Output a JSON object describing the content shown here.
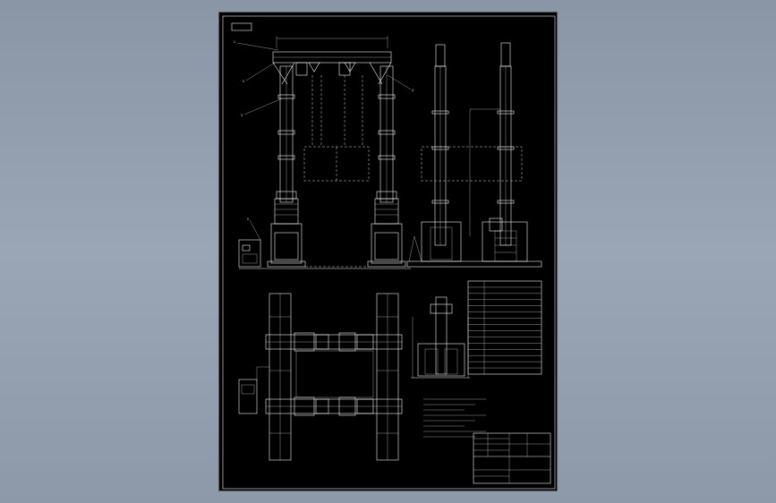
{
  "sheet": {
    "corner_tag": "",
    "overall_dimension": ""
  },
  "parameter_table": {
    "title": "",
    "rows": []
  },
  "notes": {
    "title": "",
    "items": []
  },
  "title_block": {
    "drawing_title": "",
    "drawing_number": "",
    "scale": ""
  },
  "part_callouts": [
    "1",
    "2",
    "3",
    "4",
    "5",
    "6"
  ],
  "colors": {
    "background": "#8a96a6",
    "sheet": "#000000",
    "linework": "#f2f2f2"
  }
}
